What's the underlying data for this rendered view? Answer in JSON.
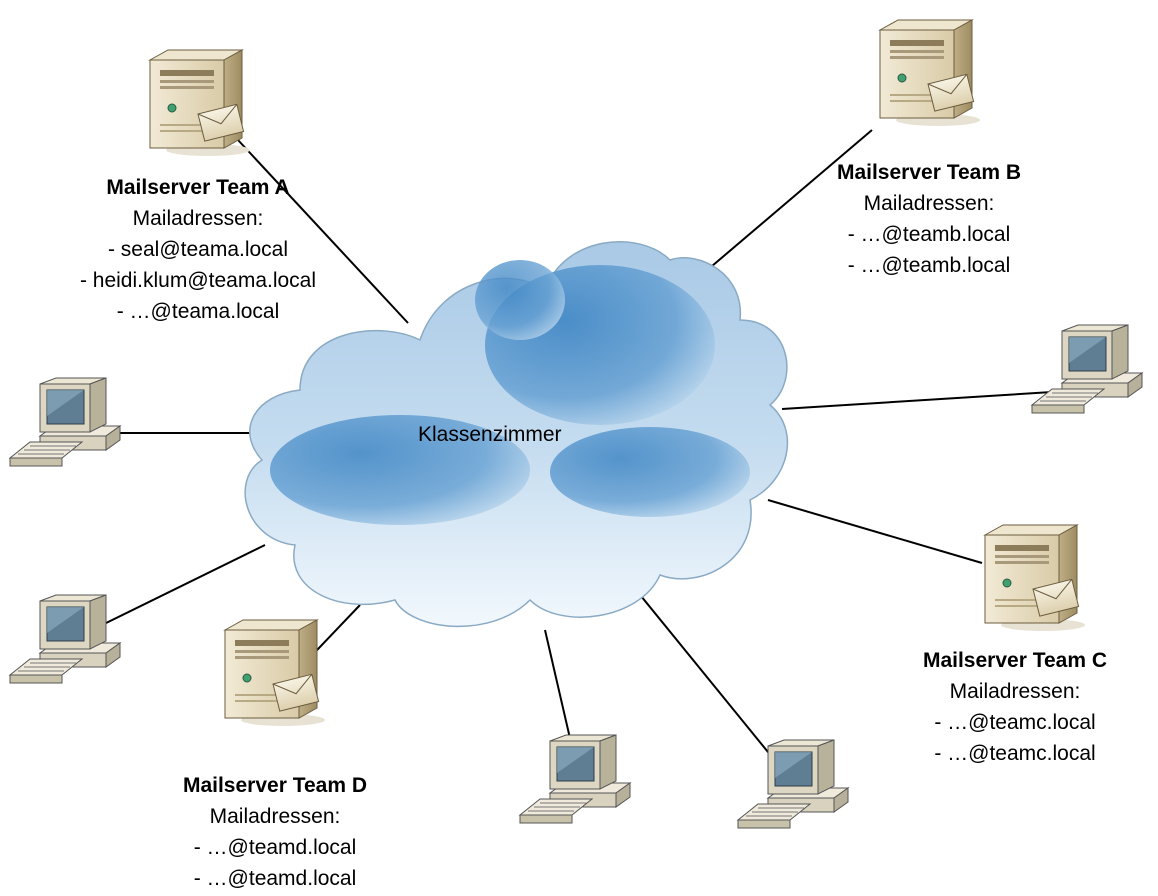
{
  "cloud": {
    "label": "Klassenzimmer"
  },
  "servers": [
    {
      "id": "a",
      "title": "Mailserver Team A",
      "sub": "Mailadressen:",
      "addresses": [
        "- seal@teama.local",
        "- heidi.klum@teama.local",
        "- …@teama.local"
      ]
    },
    {
      "id": "b",
      "title": "Mailserver Team B",
      "sub": "Mailadressen:",
      "addresses": [
        "- …@teamb.local",
        "- …@teamb.local"
      ]
    },
    {
      "id": "c",
      "title": "Mailserver Team C",
      "sub": "Mailadressen:",
      "addresses": [
        "- …@teamc.local",
        "- …@teamc.local"
      ]
    },
    {
      "id": "d",
      "title": "Mailserver Team D",
      "sub": "Mailadressen:",
      "addresses": [
        "- …@teamd.local",
        "- …@teamd.local"
      ]
    }
  ],
  "colors": {
    "cloud_light": "#dcebf6",
    "cloud_dark": "#4d8ec6",
    "server_body": "#e2d6b8",
    "server_shade": "#b7a47c",
    "monitor": "#d9d4c4",
    "screen": "#7a95a8",
    "line": "#000000"
  }
}
